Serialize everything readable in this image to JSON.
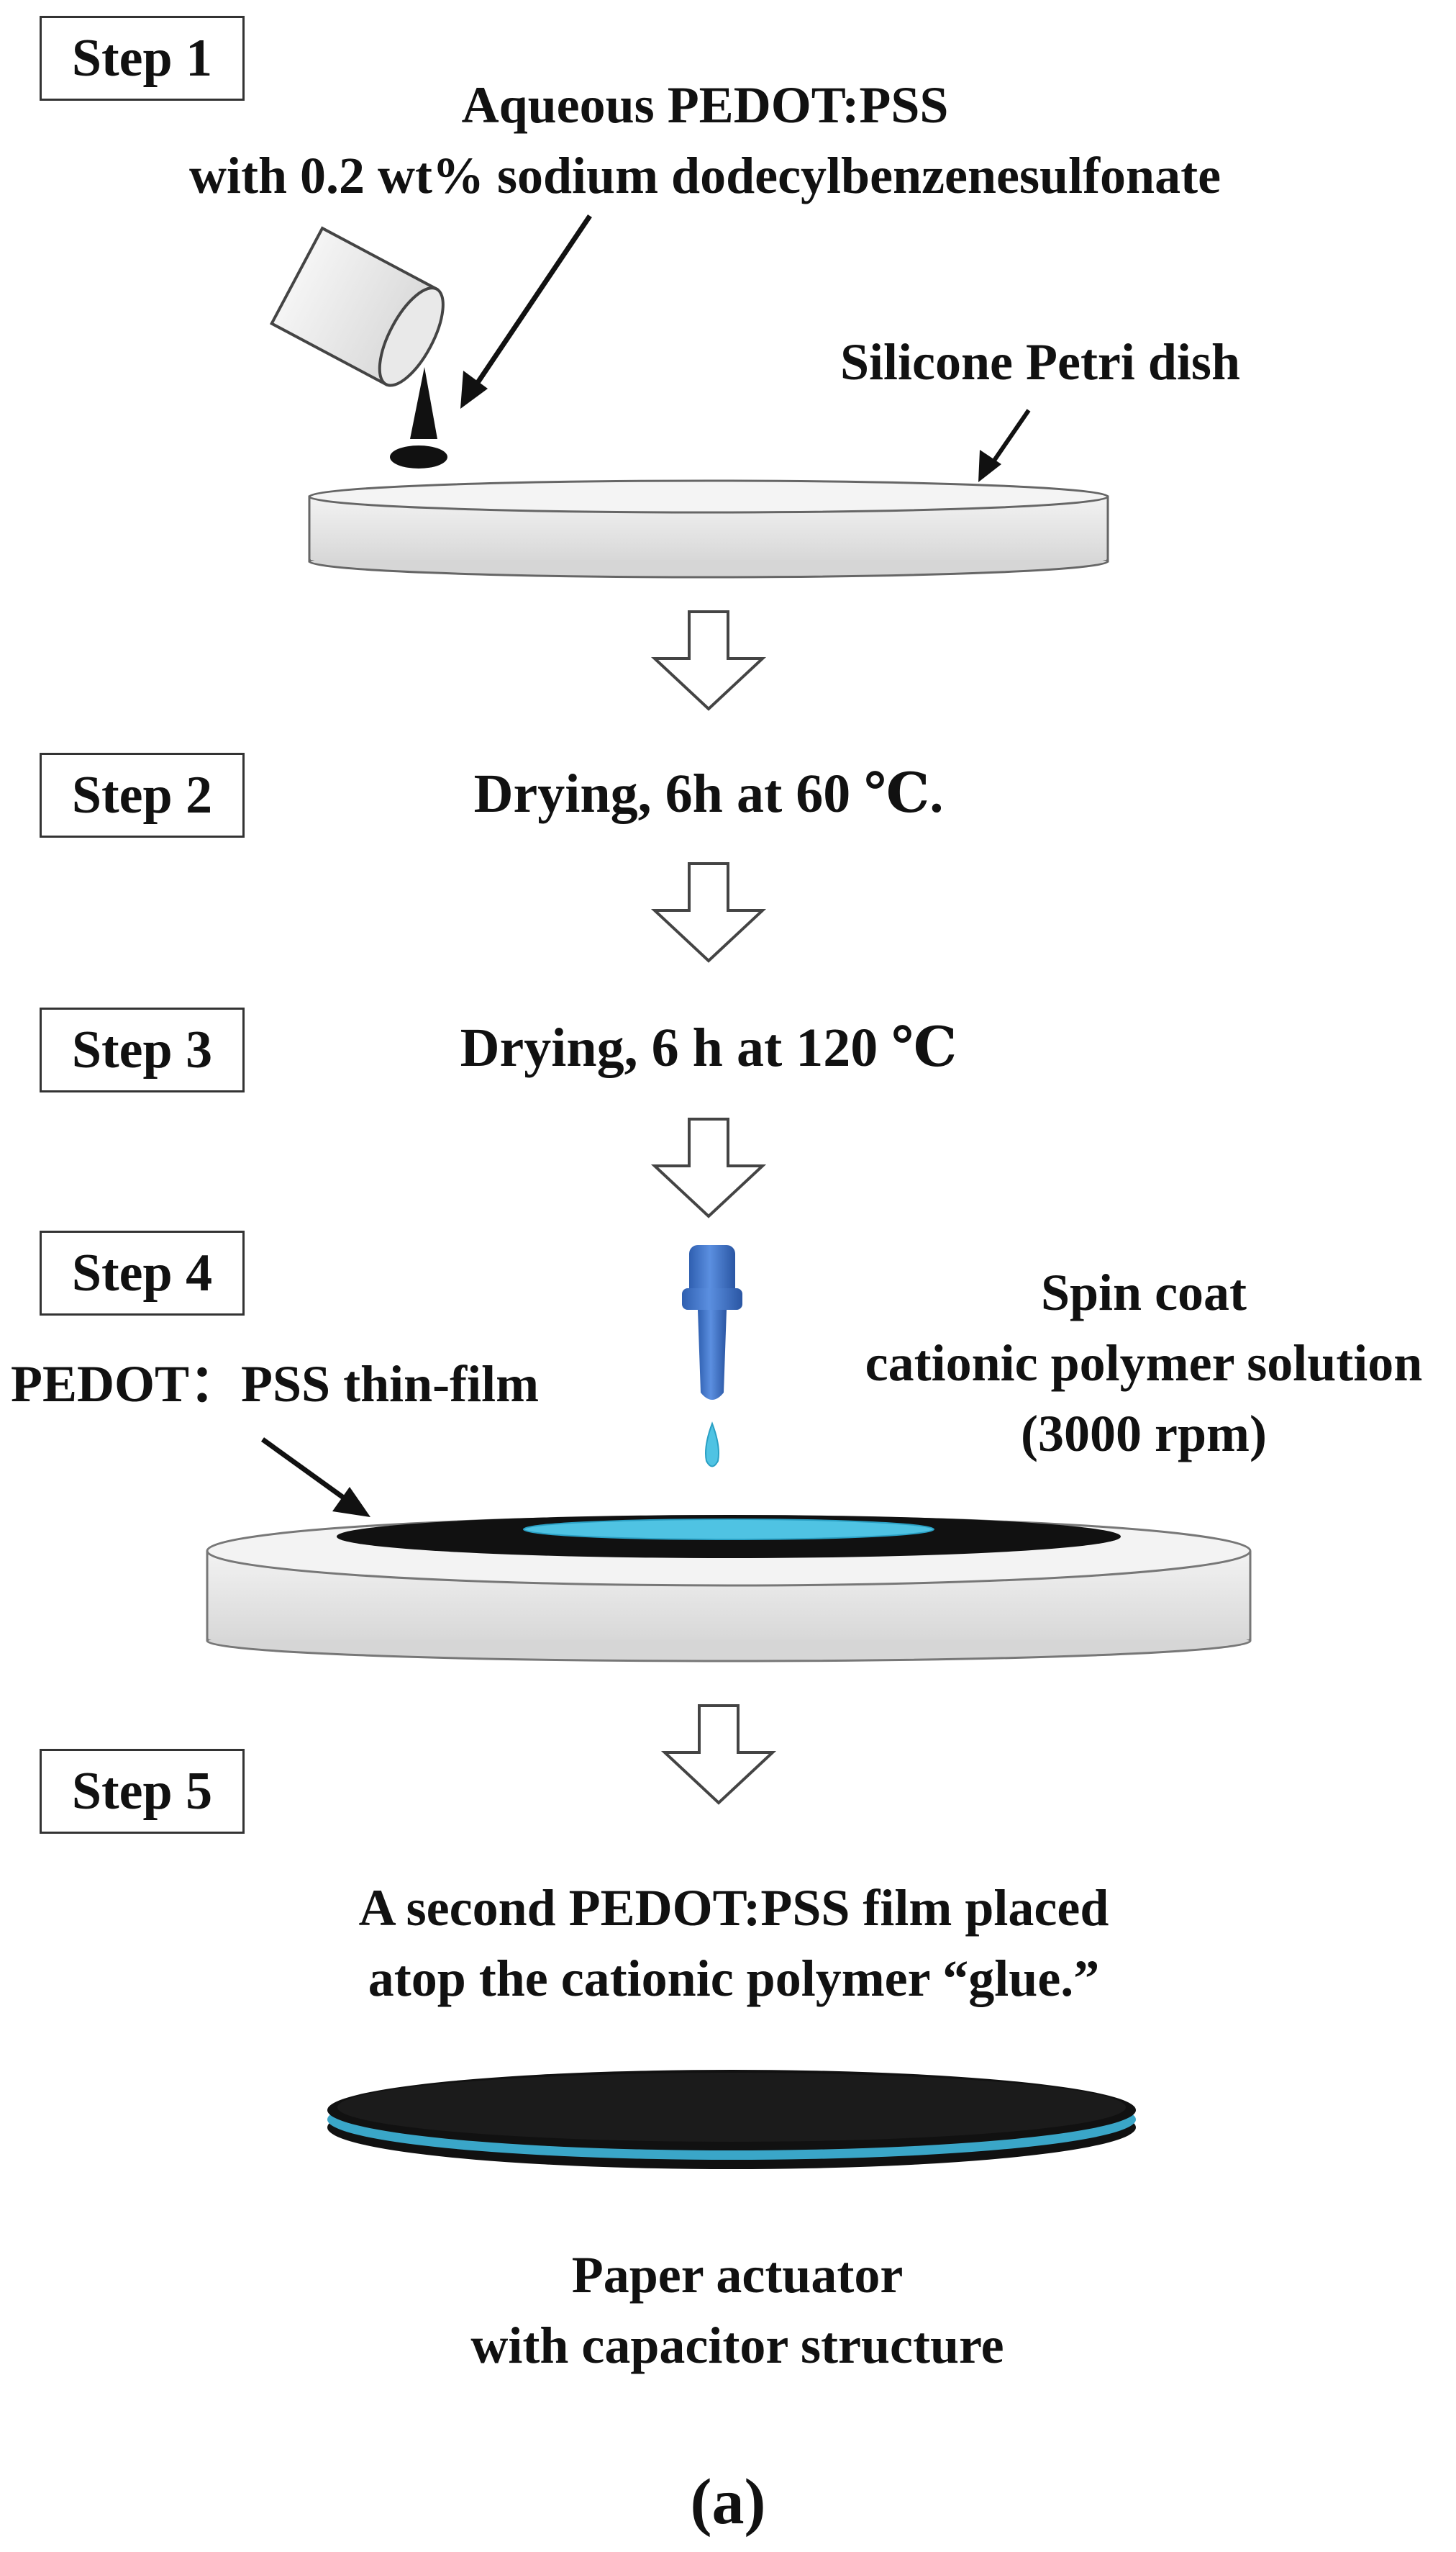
{
  "steps": {
    "step1": "Step 1",
    "step2": "Step 2",
    "step3": "Step 3",
    "step4": "Step 4",
    "step5": "Step 5"
  },
  "step1": {
    "solution_line1": "Aqueous PEDOT:PSS",
    "solution_line2": "with 0.2 wt% sodium dodecylbenzenesulfonate",
    "dish_label": "Silicone Petri dish"
  },
  "step2": {
    "text": "Drying, 6h at 60 ℃."
  },
  "step3": {
    "text": "Drying, 6 h at 120 ℃"
  },
  "step4": {
    "film_label": "PEDOT：PSS thin-film",
    "spin_line1": "Spin coat",
    "spin_line2": "cationic polymer solution",
    "spin_line3": "(3000 rpm)"
  },
  "step5": {
    "line1": "A second PEDOT:PSS film placed",
    "line2": "atop the cationic polymer “glue.”",
    "result_line1": "Paper actuator",
    "result_line2": "with capacitor structure"
  },
  "panel_label": "(a)",
  "colors": {
    "pedot_film": "#111111",
    "cationic_polymer": "#4fc3e3",
    "dropper": "#3a6fc4",
    "dish": "#e4e4e4",
    "outline": "#333333"
  }
}
